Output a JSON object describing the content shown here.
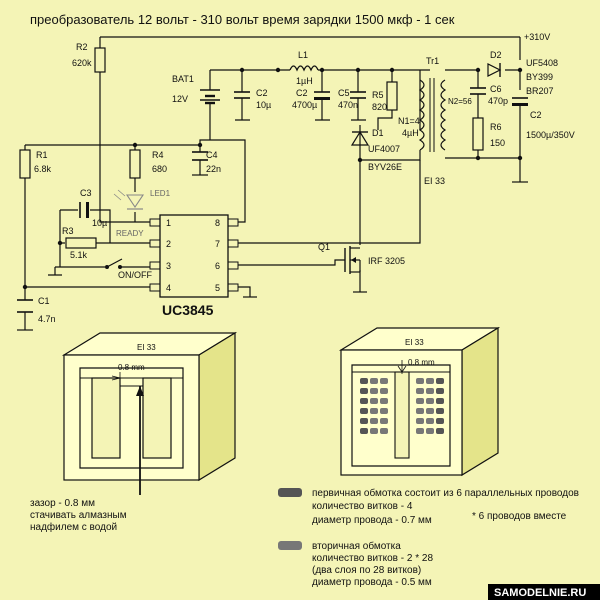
{
  "title": "преобразователь 12 вольт - 310 вольт время зарядки 1500 мкф - 1 сек",
  "components": {
    "r2": {
      "ref": "R2",
      "value": "620k"
    },
    "bat1": {
      "ref": "BAT1",
      "value": "12V"
    },
    "c2a": {
      "ref": "C2",
      "value": "10µ"
    },
    "l1": {
      "ref": "L1",
      "value": "1µH"
    },
    "c2b": {
      "ref": "C2",
      "value": "4700µ"
    },
    "c5": {
      "ref": "C5",
      "value": "470n"
    },
    "r5": {
      "ref": "R5",
      "value": "820"
    },
    "tr1": {
      "ref": "Tr1",
      "n1": "N1=4",
      "n1_l": "4µH",
      "n2": "N2=56",
      "core": "EI 33"
    },
    "d1": {
      "ref": "D1",
      "value": "UF4007",
      "alt": "BYV26E"
    },
    "d2": {
      "ref": "D2",
      "alts": [
        "UF5408",
        "BY399",
        "BR207"
      ]
    },
    "c6": {
      "ref": "C6",
      "value": "470p"
    },
    "r6": {
      "ref": "R6",
      "value": "150"
    },
    "c2out": {
      "ref": "C2",
      "value": "1500µ/350V"
    },
    "out_label": "+310V",
    "r1": {
      "ref": "R1",
      "value": "6.8k"
    },
    "r4": {
      "ref": "R4",
      "value": "680"
    },
    "c4": {
      "ref": "C4",
      "value": "22n"
    },
    "led1": {
      "ref": "LED1",
      "label": "READY"
    },
    "c3": {
      "ref": "C3",
      "value": "10µ"
    },
    "r3": {
      "ref": "R3",
      "value": "5.1k"
    },
    "switch": {
      "label": "ON/OFF"
    },
    "c1": {
      "ref": "C1",
      "value": "4.7n"
    },
    "q1": {
      "ref": "Q1",
      "value": "IRF 3205"
    },
    "ic": {
      "name": "UC3845",
      "pins": [
        "1",
        "2",
        "3",
        "4",
        "5",
        "6",
        "7",
        "8"
      ]
    }
  },
  "core_left": {
    "label": "EI 33",
    "gap": "0.8 mm"
  },
  "core_right": {
    "label": "EI 33",
    "gap": "0.8 mm"
  },
  "gap_note": [
    "зазор - 0.8 мм",
    "стачивать алмазным",
    "надфилем с водой"
  ],
  "legend": {
    "primary": [
      "первичная обмотка состоит из 6 параллельных проводов",
      "количество витков - 4",
      "диаметр провода - 0.7 мм",
      "* 6  проводов вместе"
    ],
    "secondary": [
      "вторичная обмотка",
      "количество витков - 2 * 28",
      "(два слоя  по 28 витков)",
      "диаметр провода - 0.5 мм"
    ]
  },
  "site": "SAMODELNIE.RU",
  "colors": {
    "background": "#f4f4b6",
    "line": "#111111",
    "primary_winding": "#555555",
    "secondary_winding": "#777777"
  }
}
